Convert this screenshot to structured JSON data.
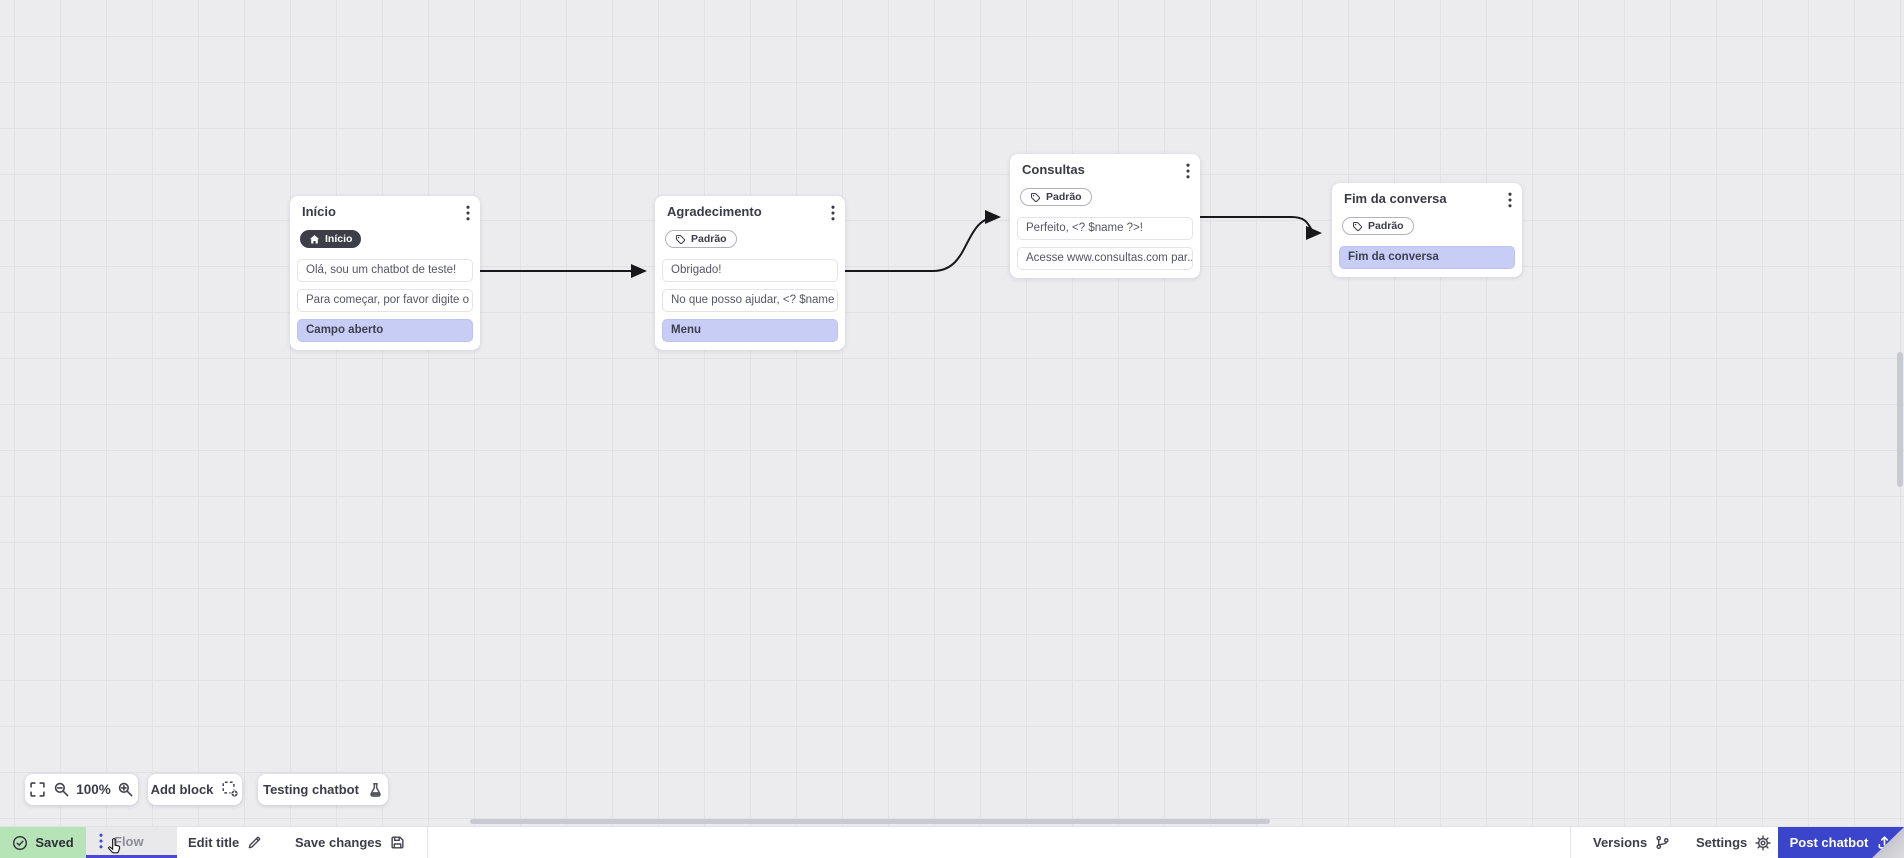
{
  "flow": {
    "nodes": [
      {
        "title": "Início",
        "badge": "Início",
        "badge_icon": "home-icon",
        "rows": [
          {
            "text": "Olá, sou um chatbot de teste!",
            "type": "message"
          },
          {
            "text": "Para começar, por favor digite o ...",
            "type": "message"
          },
          {
            "text": "Campo aberto",
            "type": "action"
          }
        ]
      },
      {
        "title": "Agradecimento",
        "badge": "Padrão",
        "badge_icon": "tag-icon",
        "rows": [
          {
            "text": "Obrigado!",
            "type": "message"
          },
          {
            "text": "No que posso ajudar, <? $name ...",
            "type": "message"
          },
          {
            "text": "Menu",
            "type": "action"
          }
        ]
      },
      {
        "title": "Consultas",
        "badge": "Padrão",
        "badge_icon": "tag-icon",
        "rows": [
          {
            "text": "Perfeito, <? $name ?>!",
            "type": "message"
          },
          {
            "text": "Acesse www.consultas.com par...",
            "type": "message"
          }
        ]
      },
      {
        "title": "Fim da conversa",
        "badge": "Padrão",
        "badge_icon": "tag-icon",
        "rows": [
          {
            "text": "Fim da conversa",
            "type": "action"
          }
        ]
      }
    ]
  },
  "toolbar": {
    "zoom_level": "100%",
    "add_block": "Add block",
    "testing_chatbot": "Testing chatbot"
  },
  "statusbar": {
    "saved": "Saved",
    "flow_tab": "Flow",
    "edit_title": "Edit title",
    "save_changes": "Save changes",
    "versions": "Versions",
    "settings": "Settings",
    "post_chatbot": "Post chatbot"
  },
  "colors": {
    "accent_indigo": "#4b46d8",
    "post_button_blue": "#3a45cb",
    "saved_green": "#b7e4b7",
    "action_row_lavender": "#c7cdf4",
    "connector_black": "#17171c",
    "canvas_gray": "#ececef"
  }
}
